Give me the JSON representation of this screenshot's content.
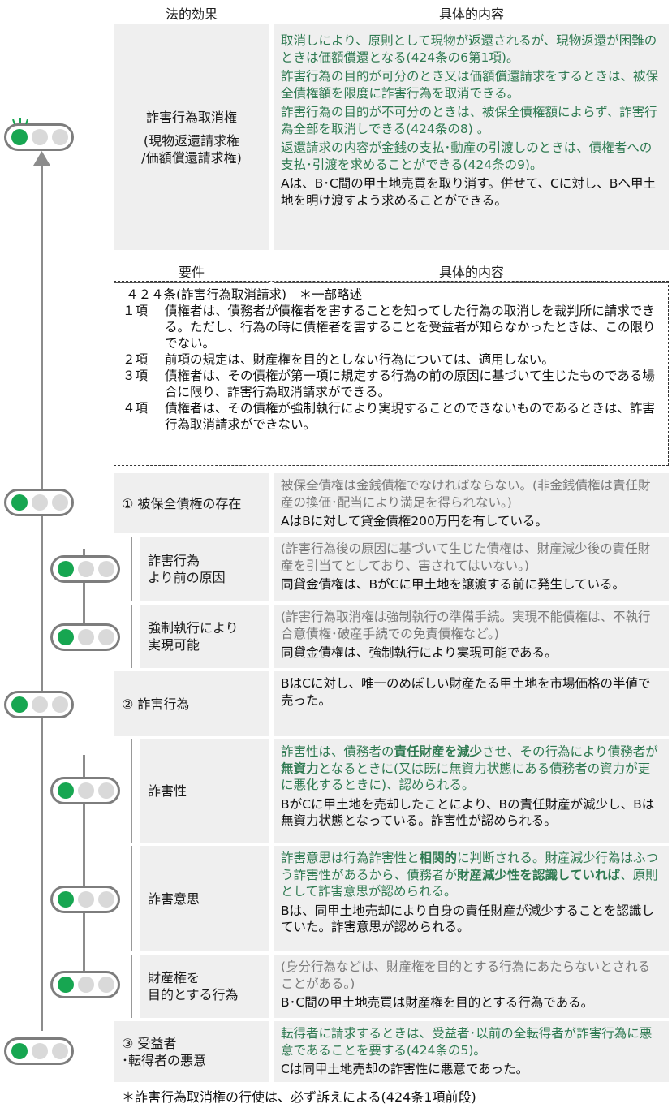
{
  "top_section": {
    "header_left": "法的効果",
    "header_right": "具体的内容",
    "label": [
      "詐害行為取消権",
      "(現物返還請求権",
      "/価額償還請求権)"
    ],
    "content": [
      {
        "style": "g",
        "text": "取消しにより、原則として現物が返還されるが、現物返還が困難のときは価額償還となる(424条の6第1項)。"
      },
      {
        "style": "g",
        "text": "詐害行為の目的が可分のとき又は価額償還請求をするときは、被保全債権額を限度に詐害行為を取消できる。"
      },
      {
        "style": "g",
        "text": "詐害行為の目的が不可分のときは、被保全債権額によらず、詐害行為全部を取消しできる(424条の8) 。"
      },
      {
        "style": "g",
        "text": "返還請求の内容が金銭の支払･動産の引渡しのときは、債権者への支払･引渡を求めることができる(424条の9)。"
      },
      {
        "style": "k",
        "text": "Aは、B･C間の甲土地売買を取り消す。併せて、Cに対し、Bへ甲土地を明け渡すよう求めることができる。"
      }
    ]
  },
  "requirements_header_left": "要件",
  "requirements_header_right": "具体的内容",
  "statute": {
    "title": "４２４条(詐害行為取消請求)　＊一部略述",
    "articles": [
      {
        "num": "１項",
        "text": "債権者は、債務者が債権者を害することを知ってした行為の取消しを裁判所に請求できる。ただし、行為の時に債権者を害することを受益者が知らなかったときは、この限りでない。"
      },
      {
        "num": "２項",
        "text": "前項の規定は、財産権を目的としない行為については、適用しない。"
      },
      {
        "num": "３項",
        "text": "債権者は、その債権が第一項に規定する行為の前の原因に基づいて生じたものである場合に限り、詐害行為取消請求ができる。"
      },
      {
        "num": "４項",
        "text": "債権者は、その債権が強制執行により実現することのできないものであるときは、詐害行為取消請求ができない。"
      }
    ]
  },
  "rows": [
    {
      "label": [
        "① 被保全債権の存在"
      ],
      "content": [
        {
          "style": "gr",
          "text": "被保全債権は金銭債権でなければならない。(非金銭債権は責任財産の換価･配当により満足を得られない。)"
        },
        {
          "style": "k",
          "text": "AはBに対して貸金債権200万円を有している。"
        }
      ]
    },
    {
      "label": [
        "詐害行為",
        "より前の原因"
      ],
      "content": [
        {
          "style": "gr",
          "text": "(詐害行為後の原因に基づいて生じた債権は、財産減少後の責任財産を引当てとしており、害されてはいない。)"
        },
        {
          "style": "k",
          "text": "同貸金債権は、BがCに甲土地を譲渡する前に発生している。"
        }
      ]
    },
    {
      "label": [
        "強制執行により",
        "実現可能"
      ],
      "content": [
        {
          "style": "gr",
          "text": "(詐害行為取消権は強制執行の準備手続。実現不能債権は、不執行合意債権･破産手続での免責債権など。)"
        },
        {
          "style": "k",
          "text": "同貸金債権は、強制執行により実現可能である。"
        }
      ]
    },
    {
      "label": [
        "② 詐害行為"
      ],
      "content": [
        {
          "style": "k",
          "text": "BはCに対し、唯一のめぼしい財産たる甲土地を市場価格の半値で売った。"
        }
      ]
    },
    {
      "label": [
        "詐害性"
      ],
      "content": [
        {
          "segments": [
            {
              "style": "g",
              "text": "詐害性は、債務者の"
            },
            {
              "style": "gb",
              "text": "責任財産を減少"
            },
            {
              "style": "g",
              "text": "させ、その行為により債務者が"
            },
            {
              "style": "gb",
              "text": "無資力"
            },
            {
              "style": "g",
              "text": "となるときに(又は既に無資力状態にある債務者の資力が更に悪化するときに)、認められる。"
            }
          ]
        },
        {
          "style": "k",
          "text": "BがCに甲土地を売却したことにより、Bの責任財産が減少し、Bは無資力状態となっている。詐害性が認められる。"
        }
      ]
    },
    {
      "label": [
        "詐害意思"
      ],
      "content": [
        {
          "segments": [
            {
              "style": "g",
              "text": "詐害意思は行為詐害性と"
            },
            {
              "style": "gb",
              "text": "相関的"
            },
            {
              "style": "g",
              "text": "に判断される。財産減少行為はふつう詐害性があるから、債務者が"
            },
            {
              "style": "gb",
              "text": "財産減少性を認識していれば"
            },
            {
              "style": "g",
              "text": "、原則として詐害意思が認められる。"
            }
          ]
        },
        {
          "style": "k",
          "text": "Bは、同甲土地売却により自身の責任財産が減少することを認識していた。詐害意思が認められる。"
        }
      ]
    },
    {
      "label": [
        "財産権を",
        "目的とする行為"
      ],
      "content": [
        {
          "style": "gr",
          "text": "(身分行為などは、財産権を目的とする行為にあたらないとされることがある。)"
        },
        {
          "style": "k",
          "text": "B･C間の甲土地売買は財産権を目的とする行為である。"
        }
      ]
    },
    {
      "label": [
        "③ 受益者",
        "･転得者の悪意"
      ],
      "content": [
        {
          "style": "g",
          "text": "転得者に請求するときは、受益者･以前の全転得者が詐害行為に悪意であることを要する(424条の5)。"
        },
        {
          "style": "k",
          "text": "Cは同甲土地売却の詐害性に悪意であった。"
        }
      ]
    }
  ],
  "footnote": "＊詐害行為取消権の行使は、必ず訴えによる(424条1項前段)",
  "colors": {
    "signal_on": "#17a651",
    "signal_off": "#d9d9d9",
    "green_text": "#2f7a52",
    "box_bg": "#efefef"
  }
}
